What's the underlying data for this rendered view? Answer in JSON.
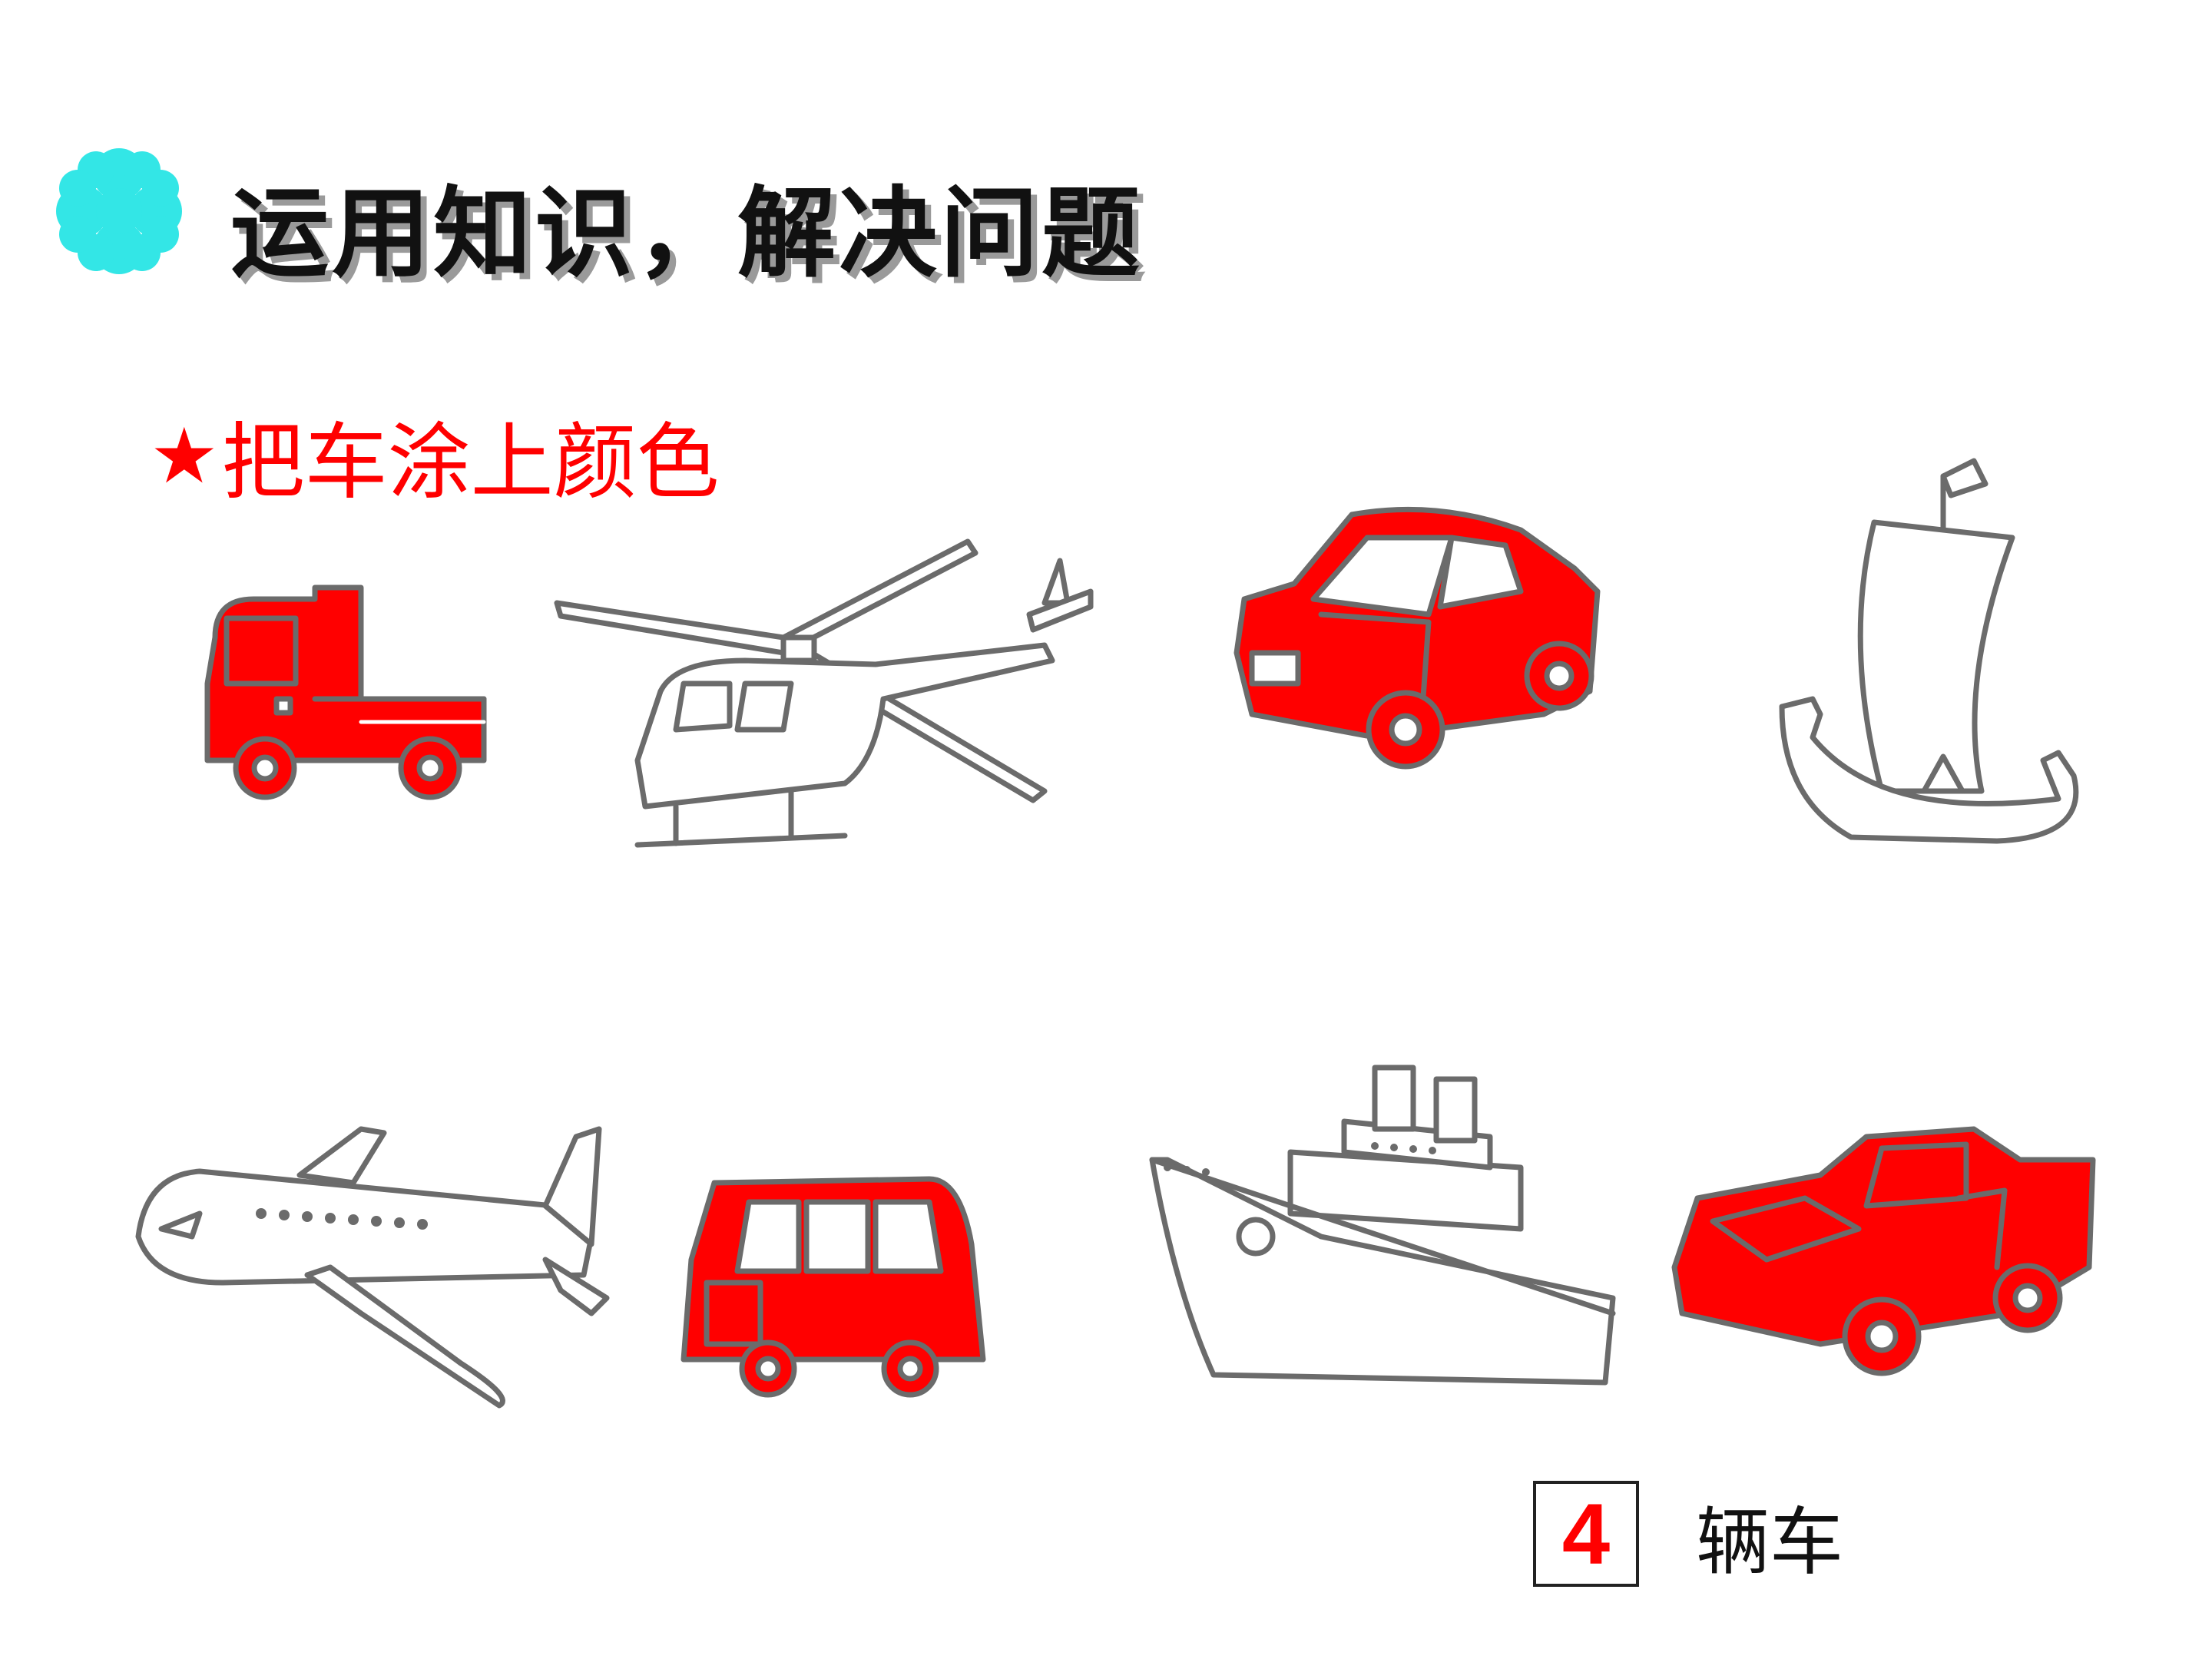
{
  "header": {
    "title": "运用知识，解决问题"
  },
  "task": {
    "star": "★",
    "label": "把车涂上颜色"
  },
  "colors": {
    "highlight": "#ff0000",
    "clover": "#33e6e6",
    "outline": "#6b6b6b"
  },
  "icons": {
    "bullet": "clover-flower-icon"
  },
  "vehicles": [
    {
      "name": "truck",
      "colored": true
    },
    {
      "name": "helicopter",
      "colored": false
    },
    {
      "name": "car",
      "colored": true
    },
    {
      "name": "sailboat",
      "colored": false
    },
    {
      "name": "airplane",
      "colored": false
    },
    {
      "name": "van",
      "colored": true
    },
    {
      "name": "ship",
      "colored": false
    },
    {
      "name": "jeep",
      "colored": true
    }
  ],
  "answer": {
    "count": "4",
    "unit": "辆车"
  }
}
